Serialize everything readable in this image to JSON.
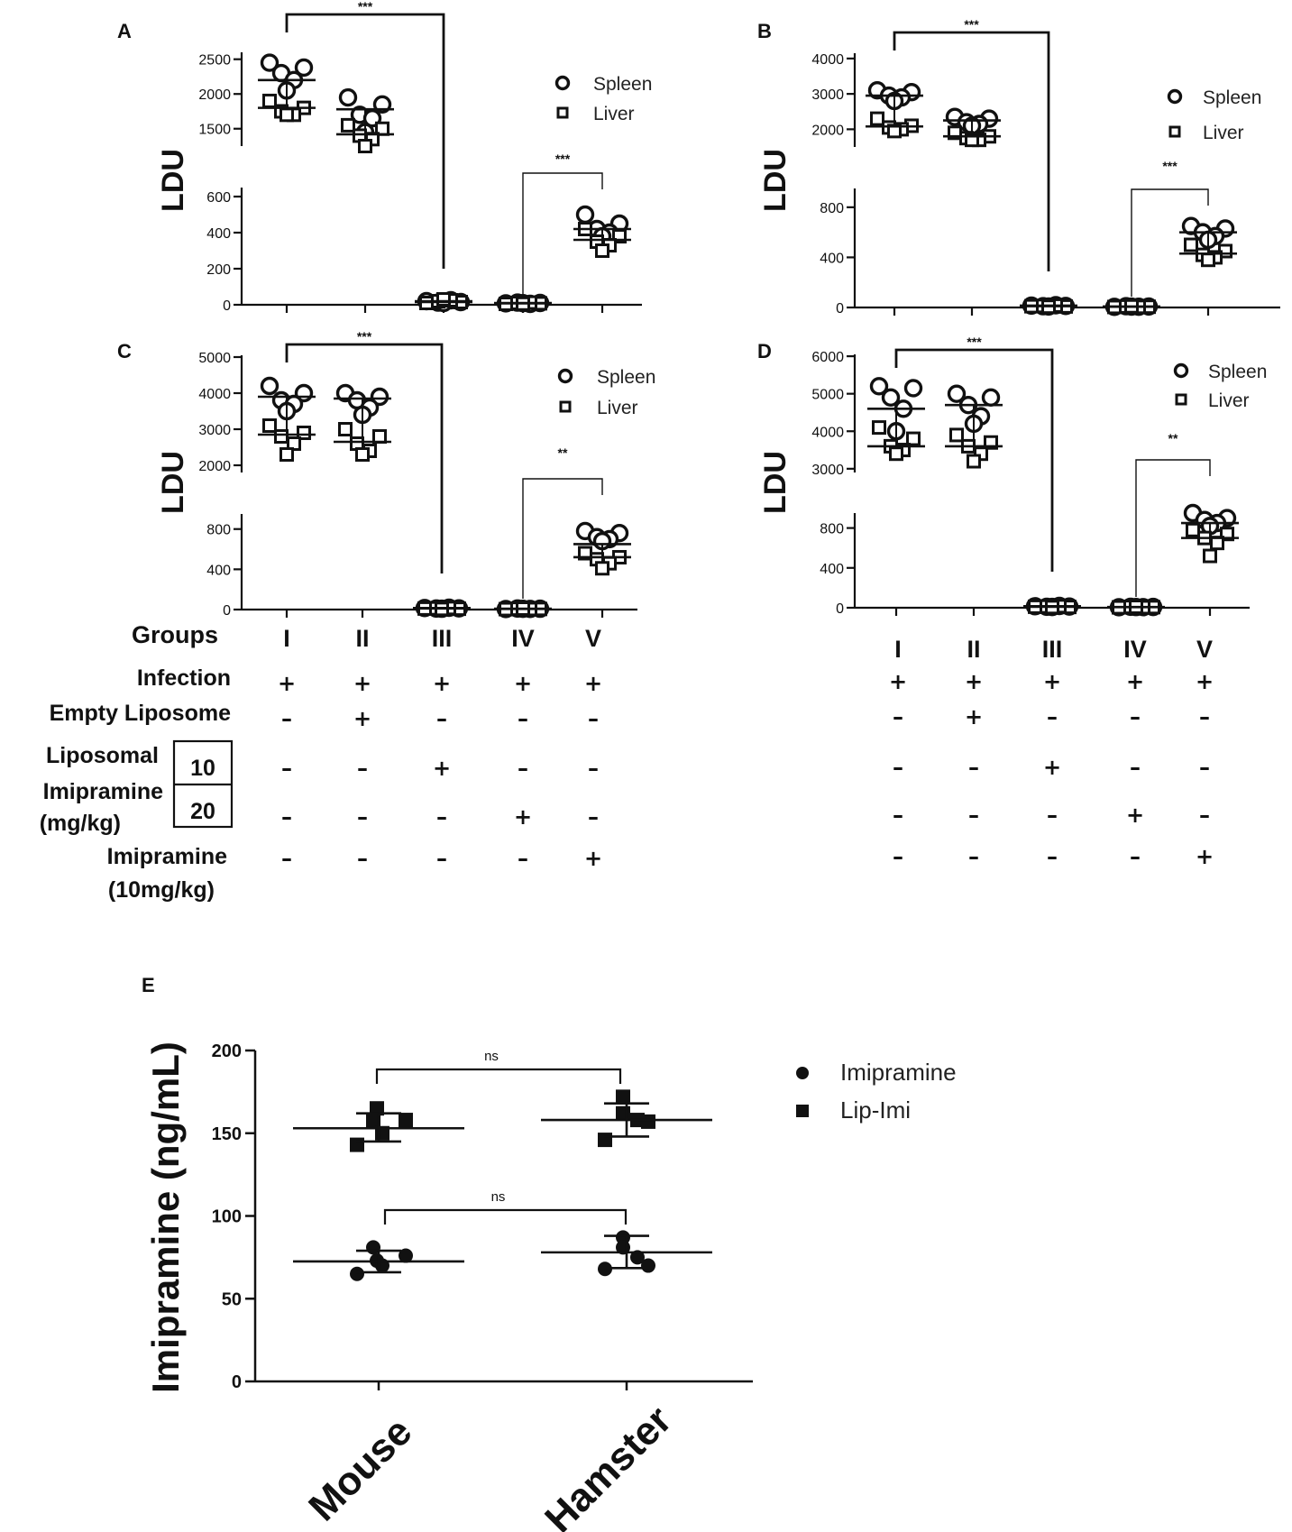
{
  "chart_data": [
    {
      "panel": "A",
      "type": "scatter",
      "ylabel": "LDU",
      "y_upper_ticks": [
        "1500",
        "2000",
        "2500"
      ],
      "y_upper_range": [
        1250,
        2600
      ],
      "y_lower_ticks": [
        "0",
        "200",
        "400",
        "600"
      ],
      "y_lower_range": [
        0,
        650
      ],
      "categories": [
        "I",
        "II",
        "III",
        "IV",
        "V"
      ],
      "series": [
        {
          "name": "Spleen",
          "values": [
            [
              2450,
              2380,
              2300,
              2200,
              2050
            ],
            [
              1950,
              1850,
              1700,
              1650,
              1450
            ],
            [
              20,
              15,
              12,
              25,
              10
            ],
            [
              8,
              10,
              12,
              5,
              9
            ],
            [
              500,
              450,
              420,
              400,
              380
            ]
          ]
        },
        {
          "name": "Liver",
          "values": [
            [
              1900,
              1800,
              1750,
              1700,
              1700
            ],
            [
              1550,
              1500,
              1400,
              1350,
              1250
            ],
            [
              10,
              15,
              20,
              25,
              30
            ],
            [
              5,
              8,
              10,
              12,
              6
            ],
            [
              420,
              380,
              350,
              330,
              300
            ]
          ]
        }
      ],
      "means": [
        [
          2200,
          1800
        ],
        [
          1780,
          1420
        ],
        [
          20,
          15
        ],
        [
          10,
          8
        ],
        [
          420,
          360
        ]
      ],
      "significance": [
        {
          "pair": [
            "I",
            "III"
          ],
          "label": "***"
        },
        {
          "pair": [
            "IV",
            "V"
          ],
          "label": "***"
        }
      ]
    },
    {
      "panel": "B",
      "type": "scatter",
      "ylabel": "LDU",
      "y_upper_ticks": [
        "2000",
        "3000",
        "4000"
      ],
      "y_upper_range": [
        1500,
        4150
      ],
      "y_lower_ticks": [
        "0",
        "400",
        "800"
      ],
      "y_lower_range": [
        0,
        950
      ],
      "categories": [
        "I",
        "II",
        "III",
        "IV",
        "V"
      ],
      "series": [
        {
          "name": "Spleen",
          "values": [
            [
              3100,
              3050,
              2950,
              2900,
              2800
            ],
            [
              2350,
              2300,
              2200,
              2150,
              2100
            ],
            [
              15,
              12,
              10,
              18,
              8
            ],
            [
              5,
              8,
              10,
              6,
              7
            ],
            [
              650,
              630,
              600,
              570,
              540
            ]
          ]
        },
        {
          "name": "Liver",
          "values": [
            [
              2300,
              2100,
              2050,
              2000,
              1950
            ],
            [
              1900,
              1800,
              1750,
              1700,
              1700
            ],
            [
              10,
              8,
              12,
              15,
              6
            ],
            [
              4,
              6,
              8,
              5,
              9
            ],
            [
              500,
              450,
              420,
              400,
              380
            ]
          ]
        }
      ],
      "means": [
        [
          2950,
          2080
        ],
        [
          2250,
          1800
        ],
        [
          15,
          10
        ],
        [
          8,
          6
        ],
        [
          600,
          430
        ]
      ],
      "significance": [
        {
          "pair": [
            "I",
            "III"
          ],
          "label": "***"
        },
        {
          "pair": [
            "IV",
            "V"
          ],
          "label": "***"
        }
      ]
    },
    {
      "panel": "C",
      "type": "scatter",
      "ylabel": "LDU",
      "y_upper_ticks": [
        "2000",
        "3000",
        "4000",
        "5000"
      ],
      "y_upper_range": [
        1800,
        5050
      ],
      "y_lower_ticks": [
        "0",
        "400",
        "800"
      ],
      "y_lower_range": [
        0,
        950
      ],
      "categories": [
        "I",
        "II",
        "III",
        "IV",
        "V"
      ],
      "series": [
        {
          "name": "Spleen",
          "values": [
            [
              4200,
              4000,
              3800,
              3700,
              3500
            ],
            [
              4000,
              3900,
              3800,
              3600,
              3400
            ],
            [
              15,
              12,
              10,
              18,
              8
            ],
            [
              5,
              8,
              10,
              6,
              7
            ],
            [
              780,
              760,
              720,
              700,
              680
            ]
          ]
        },
        {
          "name": "Liver",
          "values": [
            [
              3100,
              2900,
              2800,
              2600,
              2300
            ],
            [
              3000,
              2800,
              2600,
              2400,
              2300
            ],
            [
              10,
              8,
              12,
              15,
              6
            ],
            [
              4,
              6,
              8,
              5,
              9
            ],
            [
              560,
              520,
              500,
              460,
              410
            ]
          ]
        }
      ],
      "means": [
        [
          3900,
          2850
        ],
        [
          3850,
          2650
        ],
        [
          15,
          10
        ],
        [
          8,
          6
        ],
        [
          650,
          520
        ]
      ],
      "significance": [
        {
          "pair": [
            "I",
            "III"
          ],
          "label": "***"
        },
        {
          "pair": [
            "IV",
            "V"
          ],
          "label": "**"
        }
      ]
    },
    {
      "panel": "D",
      "type": "scatter",
      "ylabel": "LDU",
      "y_upper_ticks": [
        "3000",
        "4000",
        "5000",
        "6000"
      ],
      "y_upper_range": [
        2900,
        6050
      ],
      "y_lower_ticks": [
        "0",
        "400",
        "800"
      ],
      "y_lower_range": [
        0,
        950
      ],
      "categories": [
        "I",
        "II",
        "III",
        "IV",
        "V"
      ],
      "series": [
        {
          "name": "Spleen",
          "values": [
            [
              5200,
              5150,
              4900,
              4600,
              4000
            ],
            [
              5000,
              4900,
              4700,
              4400,
              4200
            ],
            [
              15,
              12,
              10,
              18,
              8
            ],
            [
              5,
              8,
              10,
              6,
              7
            ],
            [
              950,
              900,
              880,
              850,
              820
            ]
          ]
        },
        {
          "name": "Liver",
          "values": [
            [
              4100,
              3800,
              3600,
              3500,
              3400
            ],
            [
              3900,
              3700,
              3600,
              3400,
              3200
            ],
            [
              10,
              8,
              12,
              15,
              6
            ],
            [
              4,
              6,
              8,
              5,
              9
            ],
            [
              780,
              740,
              700,
              650,
              520
            ]
          ]
        }
      ],
      "means": [
        [
          4600,
          3600
        ],
        [
          4700,
          3600
        ],
        [
          15,
          10
        ],
        [
          8,
          6
        ],
        [
          850,
          700
        ]
      ],
      "significance": [
        {
          "pair": [
            "I",
            "III"
          ],
          "label": "***"
        },
        {
          "pair": [
            "IV",
            "V"
          ],
          "label": "**"
        }
      ]
    },
    {
      "panel": "E",
      "type": "scatter",
      "ylabel": "Imipramine (ng/mL)",
      "categories": [
        "Mouse",
        "Hamster"
      ],
      "y_ticks": [
        "0",
        "50",
        "100",
        "150",
        "200"
      ],
      "ylim": [
        0,
        200
      ],
      "series": [
        {
          "name": "Imipramine",
          "marker": "circle",
          "values": [
            [
              73,
              65,
              81,
              70,
              76
            ],
            [
              87,
              68,
              81,
              75,
              70
            ]
          ],
          "mean": [
            72.5,
            78
          ],
          "sd_upper": [
            79,
            88
          ],
          "sd_lower": [
            66,
            68.5
          ]
        },
        {
          "name": "Lip-Imi",
          "marker": "square",
          "values": [
            [
              165,
              143,
              157,
              150,
              158
            ],
            [
              172,
              146,
              162,
              158,
              157
            ]
          ],
          "mean": [
            153,
            158
          ],
          "sd_upper": [
            162,
            168
          ],
          "sd_lower": [
            145,
            148
          ]
        }
      ],
      "significance": [
        {
          "pair": [
            "Mouse",
            "Hamster"
          ],
          "series": "Lip-Imi",
          "label": "ns"
        },
        {
          "pair": [
            "Mouse",
            "Hamster"
          ],
          "series": "Imipramine",
          "label": "ns"
        }
      ]
    }
  ],
  "legend": [
    "Spleen",
    "Liver"
  ],
  "groups_table": {
    "title": "Groups",
    "rows": [
      {
        "label": "Infection",
        "cells": [
          "+",
          "+",
          "+",
          "+",
          "+"
        ]
      },
      {
        "label": "Empty Liposome",
        "cells": [
          "–",
          "+",
          "–",
          "–",
          "–"
        ]
      },
      {
        "label": "10",
        "cells": [
          "–",
          "–",
          "+",
          "–",
          "–"
        ]
      },
      {
        "label": "20",
        "cells": [
          "–",
          "–",
          "–",
          "+",
          "–"
        ]
      },
      {
        "label": "Imipramine (10mg/kg)",
        "cells": [
          "–",
          "–",
          "–",
          "–",
          "+"
        ]
      }
    ],
    "liposomal_label": [
      "Liposomal",
      "Imipramine",
      "(mg/kg)"
    ],
    "imipramine_label": [
      "Imipramine",
      "(10mg/kg)"
    ]
  }
}
